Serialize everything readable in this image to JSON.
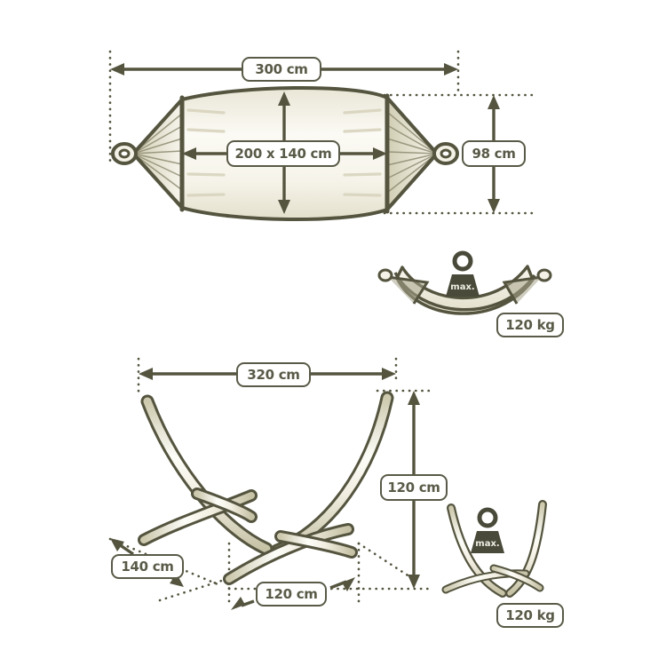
{
  "diagram": {
    "title": "Hammock and stand dimension diagram",
    "colors": {
      "outline": "#54543f",
      "fabric_light": "#fbfaf3",
      "fabric_shade": "#e6e3d2",
      "tube_light": "#fdfcf6",
      "tube_shade": "#cfcbb0",
      "label_text": "#5a5a48",
      "label_border": "#5a5a48",
      "weight_icon": "#4a4a3a",
      "background": "#ffffff"
    }
  },
  "hammock": {
    "name": "hammock",
    "labels": {
      "total_length": "300 cm",
      "bed_size": "200 x 140 cm",
      "height": "98 cm"
    }
  },
  "hammock_capacity": {
    "name": "hammock-load-capacity",
    "weight_icon_text": "max.",
    "capacity": "120 kg"
  },
  "stand": {
    "name": "hammock-stand",
    "labels": {
      "width": "320 cm",
      "height": "120 cm",
      "depth_left": "140 cm",
      "depth_right": "120 cm"
    }
  },
  "stand_capacity": {
    "name": "stand-load-capacity",
    "weight_icon_text": "max.",
    "capacity": "120 kg"
  }
}
